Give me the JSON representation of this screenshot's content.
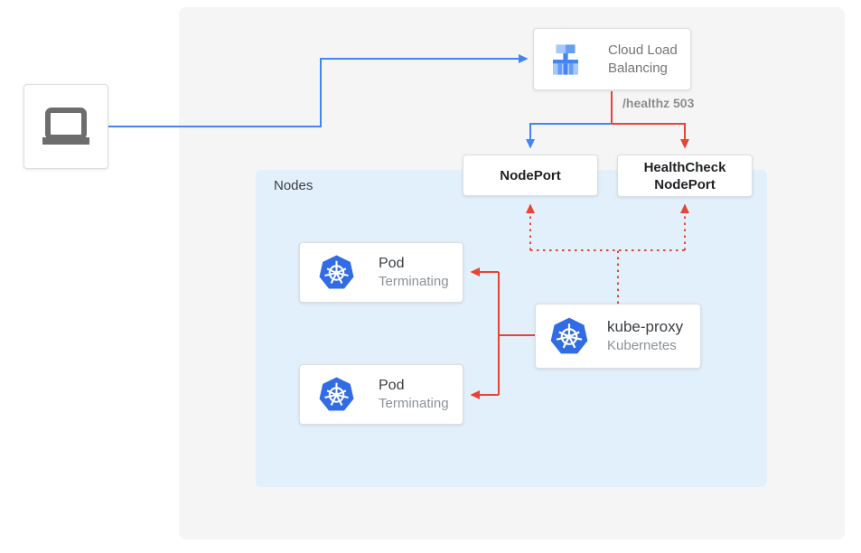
{
  "diagram": {
    "title_context": "Kubernetes external traffic / health-check flow",
    "client": {
      "icon": "laptop-icon"
    },
    "cloud_load_balancing": {
      "label_line1": "Cloud Load",
      "label_line2": "Balancing",
      "icon": "load-balancer-icon"
    },
    "health_check_annotation": "/healthz 503",
    "node_port": {
      "label": "NodePort"
    },
    "health_check_node_port": {
      "label_line1": "HealthCheck",
      "label_line2": "NodePort"
    },
    "nodes_panel": {
      "label": "Nodes"
    },
    "pods": [
      {
        "title": "Pod",
        "status": "Terminating",
        "icon": "kubernetes-icon"
      },
      {
        "title": "Pod",
        "status": "Terminating",
        "icon": "kubernetes-icon"
      }
    ],
    "kube_proxy": {
      "title": "kube-proxy",
      "subtitle": "Kubernetes",
      "icon": "kubernetes-icon"
    },
    "colors": {
      "traffic_blue": "#4285F4",
      "health_red": "#E84335",
      "kubernetes_blue": "#326CE5",
      "lb_icon_blue_dark": "#4285F4",
      "lb_icon_blue_mid": "#669DF6",
      "lb_icon_blue_light": "#A6C8FF",
      "nodes_panel_bg": "#E2F0FB",
      "outer_panel_bg": "#F5F5F6",
      "laptop_gray": "#6D6D6D"
    }
  }
}
